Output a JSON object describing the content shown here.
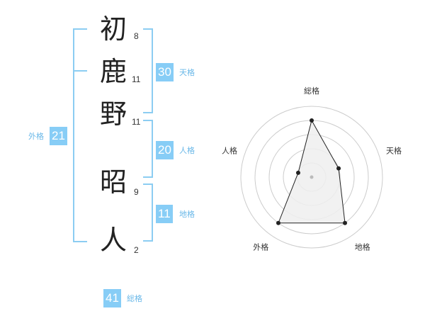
{
  "name": {
    "characters": [
      {
        "char": "初",
        "strokes": "8"
      },
      {
        "char": "鹿",
        "strokes": "11"
      },
      {
        "char": "野",
        "strokes": "11"
      },
      {
        "char": "昭",
        "strokes": "9"
      },
      {
        "char": "人",
        "strokes": "2"
      }
    ]
  },
  "kakusu": {
    "tenkaku": {
      "value": "30",
      "label": "天格"
    },
    "jinkaku": {
      "value": "20",
      "label": "人格"
    },
    "chikaku": {
      "value": "11",
      "label": "地格"
    },
    "gaikaku": {
      "value": "21",
      "label": "外格"
    },
    "soukaku": {
      "value": "41",
      "label": "総格"
    }
  },
  "colors": {
    "accent": "#87cdf6",
    "bracket": "#8ccdf2",
    "label_text": "#6ab8e8",
    "radar_fill": "#eeeeee",
    "radar_line": "#222222",
    "grid": "#cccccc"
  },
  "chart_data": {
    "type": "radar",
    "axes": [
      "総格",
      "天格",
      "地格",
      "外格",
      "人格"
    ],
    "values": [
      4,
      2,
      4,
      4,
      1
    ],
    "max": 5,
    "rings": 5
  }
}
